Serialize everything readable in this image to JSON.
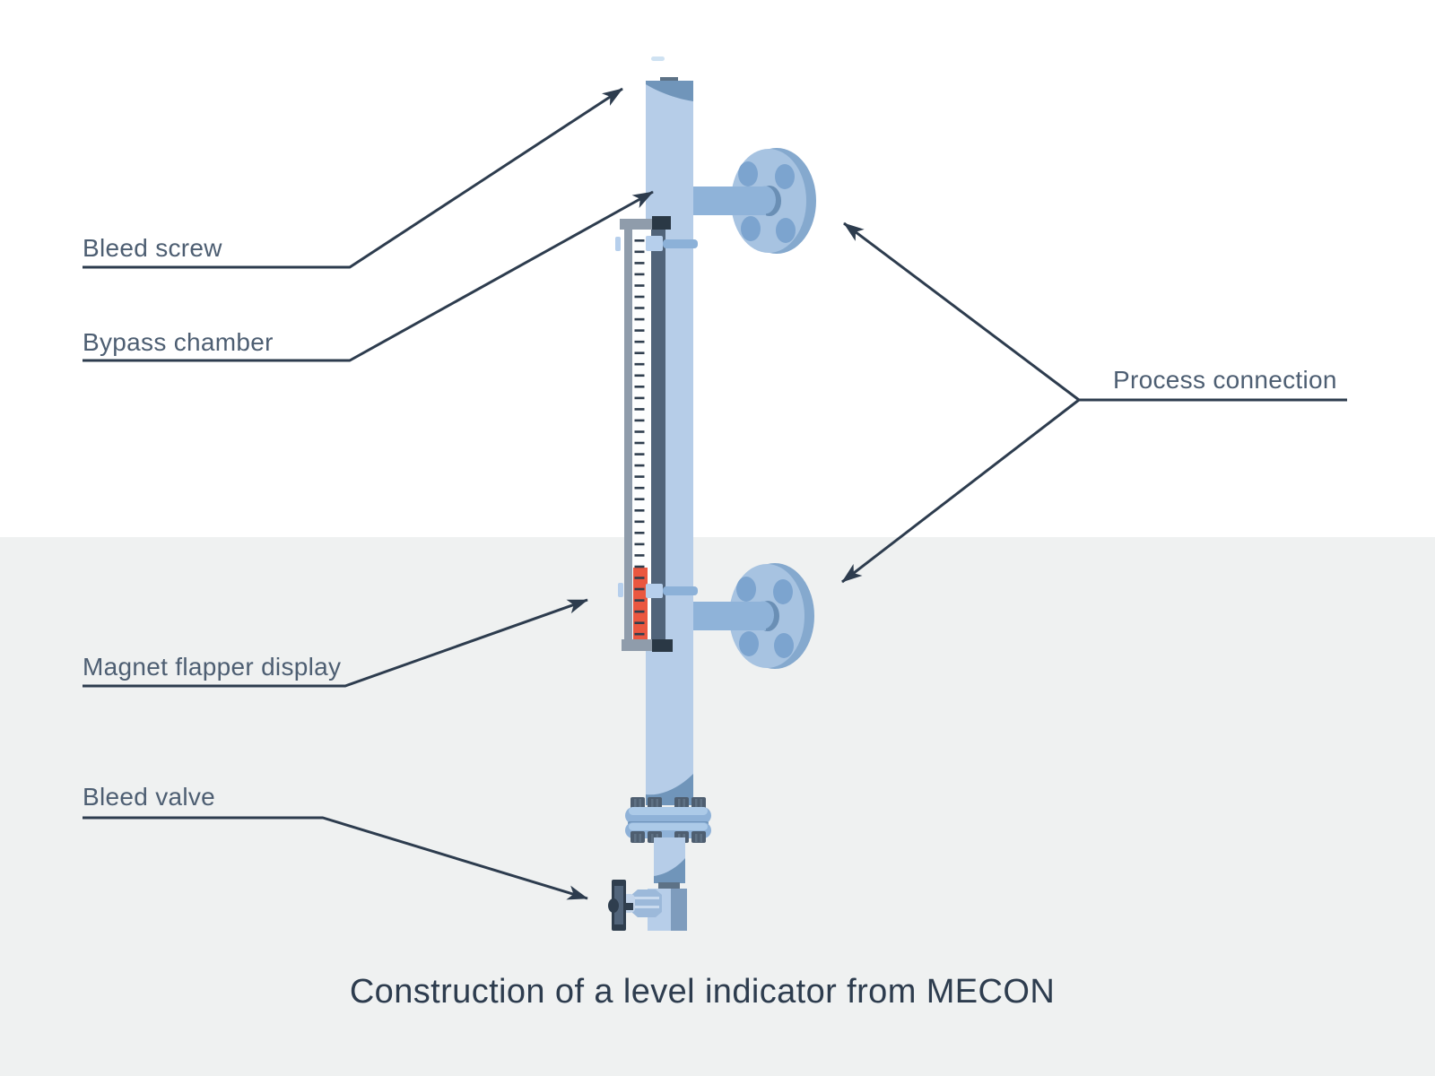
{
  "title": "Construction of a level indicator from MECON",
  "labels": {
    "bleed_screw": "Bleed screw",
    "bypass_chamber": "Bypass chamber",
    "process_connection": "Process connection",
    "magnet_flapper_display": "Magnet flapper display",
    "bleed_valve": "Bleed valve"
  },
  "colors": {
    "bg_top": "#ffffff",
    "bg_bottom": "#eff1f1",
    "ink": "#2d3c4e",
    "label_text": "#4d5e72",
    "pipe_light": "#b6cde8",
    "pipe_shade": "#7095ba",
    "screw_tip": "#cfe2f2",
    "cap_tab": "#5d7286",
    "flange_light": "#a7c3e1",
    "flange_rim": "#85a9ce",
    "flange_hole": "#7ca4cf",
    "nozzle": "#8fb3d9",
    "nozzle_dark": "#6a8fb5",
    "frame_gray": "#8f9cab",
    "frame_dark": "#2a3845",
    "column_slate": "#51647a",
    "scale_white": "#fdfefe",
    "tick": "#2f3e4e",
    "indicator_red": "#ea5740",
    "clamp_light": "#b6cfec",
    "clamp_bar": "#8cb1d8",
    "ring_base": "#8fb2d8",
    "ring_light": "#accae8",
    "bolt": "#4e5e70",
    "bolt_light": "#5f7184",
    "valve_light": "#b7cee9",
    "valve_dark": "#7e9cbd",
    "cone": "#9cb9da",
    "ridge": "#c9daee",
    "neck": "#c3d5eb",
    "handle_dark": "#2f3e4e",
    "handle_mid": "#52657b"
  },
  "scale": {
    "tick_count": 36
  }
}
